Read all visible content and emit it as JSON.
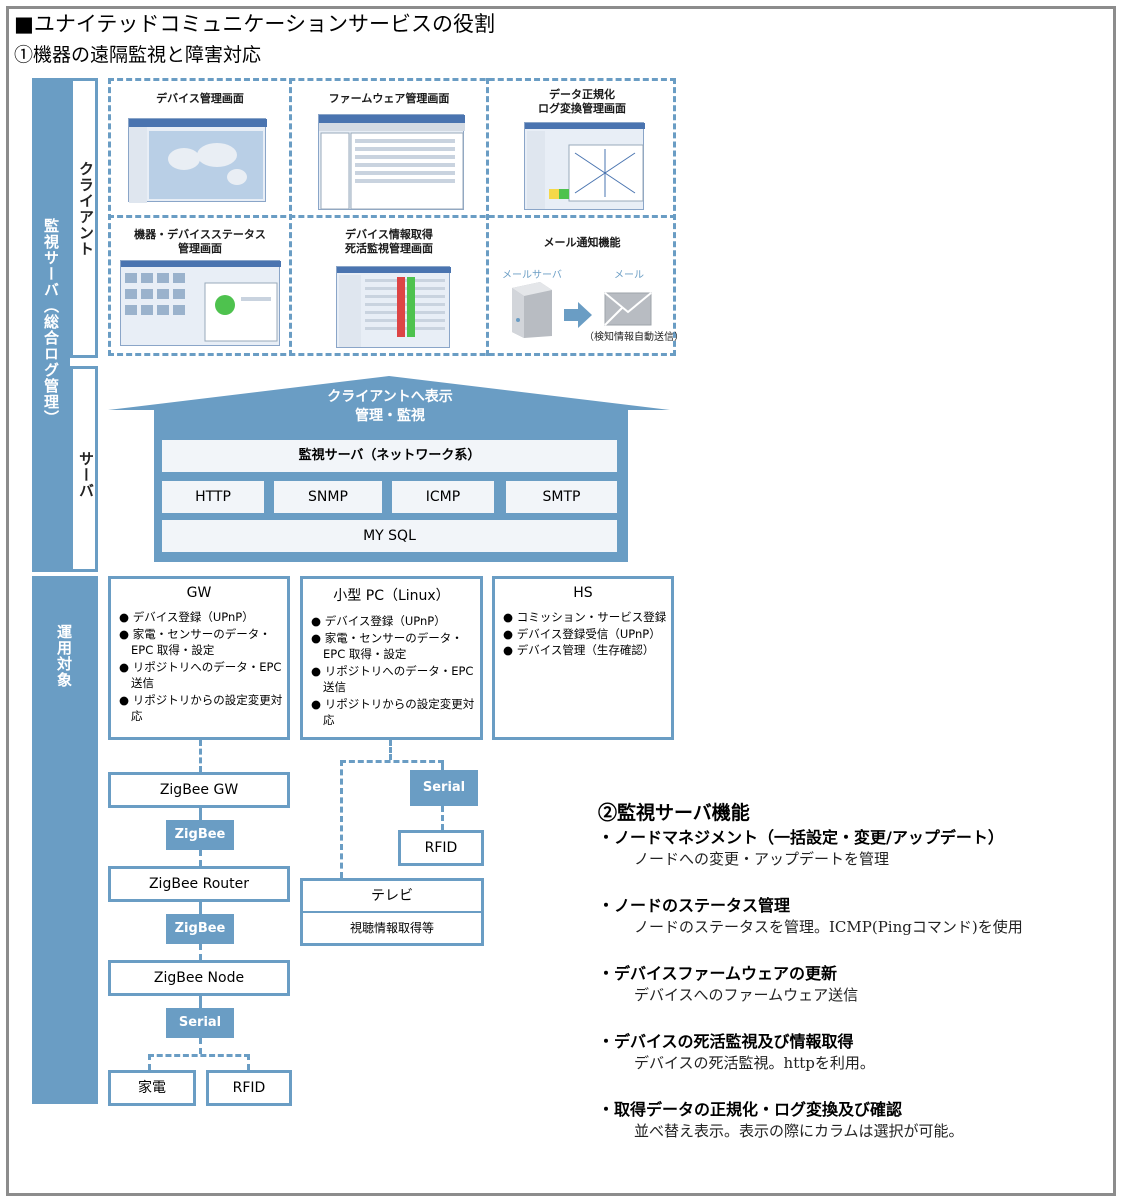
{
  "title": "■ユナイテッドコミュニケーションサービスの役割",
  "subtitle": "①機器の遠隔監視と障害対応",
  "left_band": "監視サーバ（総合ログ管理）",
  "client_label": "クライアント",
  "server_label": "サーバ",
  "target_label": "運用対象",
  "clients": [
    {
      "title": "デバイス管理画面"
    },
    {
      "title": "ファームウェア管理画面"
    },
    {
      "title": "データ正規化\nログ変換管理画面"
    },
    {
      "title": "機器・デバイスステータス\n管理画面"
    },
    {
      "title": "デバイス情報取得\n死活監視管理画面"
    },
    {
      "title": "メール通知機能"
    }
  ],
  "mail": {
    "server": "メールサーバ",
    "mail": "メール",
    "note": "（検知情報自動送信）"
  },
  "arrow_text": "クライアントへ表示\n管理・監視",
  "server_main": "監視サーバ（ネットワーク系）",
  "protocols": [
    "HTTP",
    "SNMP",
    "ICMP",
    "SMTP"
  ],
  "db": "MY SQL",
  "targets": [
    {
      "name": "GW",
      "items": [
        "デバイス登録（UPnP）",
        "家電・センサーのデータ・EPC 取得・設定",
        "リポジトリへのデータ・EPC 送信",
        "リポジトリからの設定変更対応"
      ]
    },
    {
      "name": "小型 PC（Linux）",
      "items": [
        "デバイス登録（UPnP）",
        "家電・センサーのデータ・EPC 取得・設定",
        "リポジトリへのデータ・EPC 送信",
        "リポジトリからの設定変更対応"
      ]
    },
    {
      "name": "HS",
      "items": [
        "コミッション・サービス登録",
        "デバイス登録受信（UPnP）",
        "デバイス管理（生存確認）"
      ]
    }
  ],
  "chain": {
    "zigbee_gw": "ZigBee GW",
    "zigbee1": "ZigBee",
    "zigbee_router": "ZigBee Router",
    "zigbee2": "ZigBee",
    "zigbee_node": "ZigBee Node",
    "serial1": "Serial",
    "appliance": "家電",
    "rfid1": "RFID",
    "serial2": "Serial",
    "rfid2": "RFID",
    "tv": "テレビ",
    "tv_sub": "視聴情報取得等"
  },
  "features_title": "②監視サーバ機能",
  "features": [
    {
      "head": "・ノードマネジメント（一括設定・変更/アップデート）",
      "desc": "ノードへの変更・アップデートを管理"
    },
    {
      "head": "・ノードのステータス管理",
      "desc": "ノードのステータスを管理。ICMP(Pingコマンド)を使用"
    },
    {
      "head": "・デバイスファームウェアの更新",
      "desc": "デバイスへのファームウェア送信"
    },
    {
      "head": "・デバイスの死活監視及び情報取得",
      "desc": "デバイスの死活監視。httpを利用。"
    },
    {
      "head": "・取得データの正規化・ログ変換及び確認",
      "desc": "並べ替え表示。表示の際にカラムは選択が可能。"
    }
  ],
  "colors": {
    "accent": "#6a9dc4",
    "frame": "#8c8c8c"
  }
}
